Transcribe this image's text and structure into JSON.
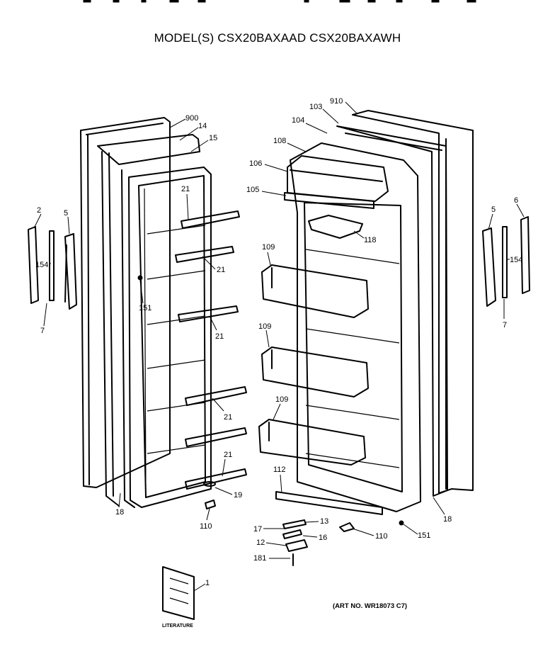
{
  "header": {
    "title": "MODEL(S) CSX20BAXAAD  CSX20BAXAWH"
  },
  "footer": {
    "art_number": "(ART NO. WR18073 C7)",
    "literature_label": "LITERATURE"
  },
  "callouts": [
    {
      "id": "900",
      "text": "900"
    },
    {
      "id": "14",
      "text": "14"
    },
    {
      "id": "15",
      "text": "15"
    },
    {
      "id": "21a",
      "text": "21"
    },
    {
      "id": "21b",
      "text": "21"
    },
    {
      "id": "21c",
      "text": "21"
    },
    {
      "id": "21d",
      "text": "21"
    },
    {
      "id": "21e",
      "text": "21"
    },
    {
      "id": "2",
      "text": "2"
    },
    {
      "id": "5L",
      "text": "5"
    },
    {
      "id": "154L",
      "text": "154"
    },
    {
      "id": "7L",
      "text": "7"
    },
    {
      "id": "151L",
      "text": "151"
    },
    {
      "id": "18L",
      "text": "18"
    },
    {
      "id": "19",
      "text": "19"
    },
    {
      "id": "110L",
      "text": "110"
    },
    {
      "id": "910",
      "text": "910"
    },
    {
      "id": "103",
      "text": "103"
    },
    {
      "id": "104",
      "text": "104"
    },
    {
      "id": "108",
      "text": "108"
    },
    {
      "id": "106",
      "text": "106"
    },
    {
      "id": "105",
      "text": "105"
    },
    {
      "id": "118",
      "text": "118"
    },
    {
      "id": "109a",
      "text": "109"
    },
    {
      "id": "109b",
      "text": "109"
    },
    {
      "id": "109c",
      "text": "109"
    },
    {
      "id": "112",
      "text": "112"
    },
    {
      "id": "6",
      "text": "6"
    },
    {
      "id": "5R",
      "text": "5"
    },
    {
      "id": "154R",
      "text": "154"
    },
    {
      "id": "7R",
      "text": "7"
    },
    {
      "id": "18R",
      "text": "18"
    },
    {
      "id": "151R",
      "text": "151"
    },
    {
      "id": "110R",
      "text": "110"
    },
    {
      "id": "13",
      "text": "13"
    },
    {
      "id": "17",
      "text": "17"
    },
    {
      "id": "16",
      "text": "16"
    },
    {
      "id": "12",
      "text": "12"
    },
    {
      "id": "181",
      "text": "181"
    },
    {
      "id": "1",
      "text": "1"
    }
  ]
}
